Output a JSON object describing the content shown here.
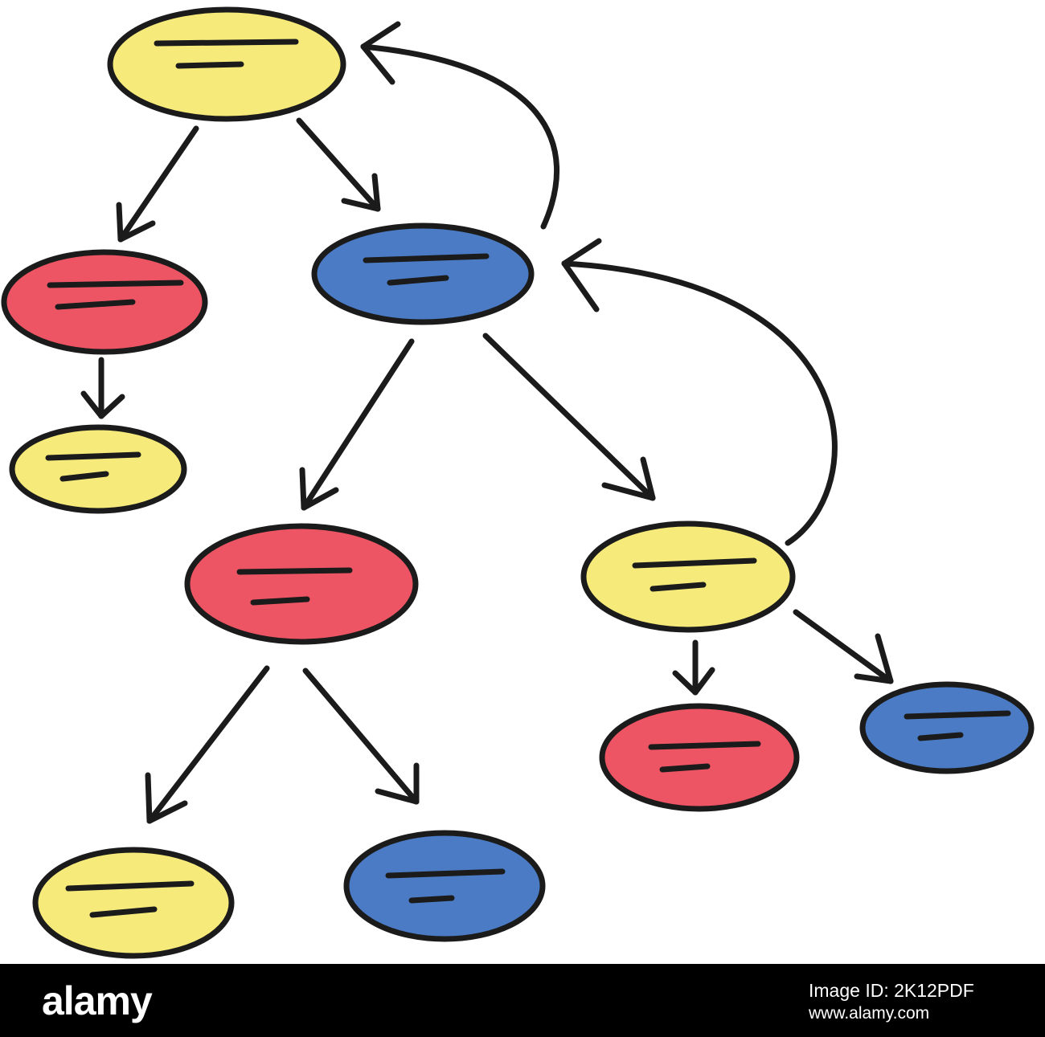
{
  "colors": {
    "yellow": "#f5ea7a",
    "red": "#ee5564",
    "blue": "#4a7bc4",
    "ink": "#1b1b1b",
    "footer": "#000000"
  },
  "diagram": {
    "nodes": [
      {
        "id": "n1",
        "color": "yellow",
        "parent": null
      },
      {
        "id": "n2",
        "color": "red",
        "parent": "n1"
      },
      {
        "id": "n3",
        "color": "blue",
        "parent": "n1"
      },
      {
        "id": "n4",
        "color": "yellow",
        "parent": "n2"
      },
      {
        "id": "n5",
        "color": "red",
        "parent": "n3"
      },
      {
        "id": "n6",
        "color": "yellow",
        "parent": "n3"
      },
      {
        "id": "n7",
        "color": "yellow",
        "parent": "n5"
      },
      {
        "id": "n8",
        "color": "blue",
        "parent": "n5"
      },
      {
        "id": "n9",
        "color": "red",
        "parent": "n6"
      },
      {
        "id": "n10",
        "color": "blue",
        "parent": "n6"
      }
    ],
    "feedback_arrows": [
      {
        "from": "n3",
        "to": "n1"
      },
      {
        "from": "n6",
        "to": "n3"
      }
    ]
  },
  "footer": {
    "logo": "alamy",
    "image_id": "Image ID: 2K12PDF",
    "image_url": "www.alamy.com"
  }
}
